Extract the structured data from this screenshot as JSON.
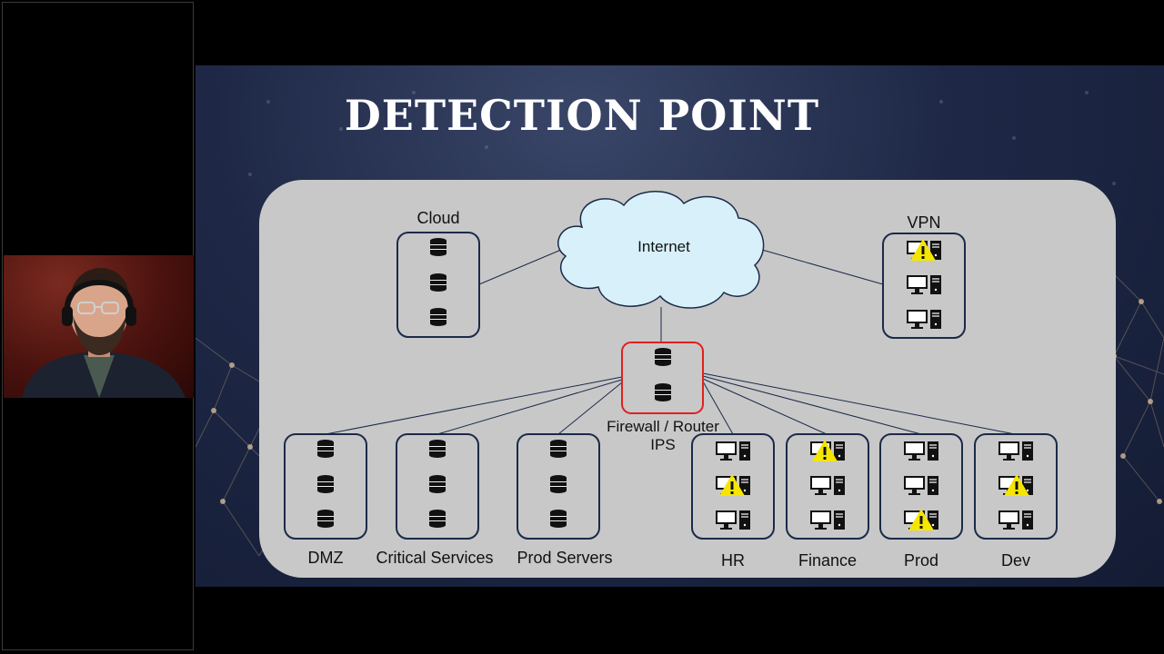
{
  "slide": {
    "title": "DETECTION POINT"
  },
  "diagram": {
    "internet": "Internet",
    "cloud": "Cloud",
    "vpn": "VPN",
    "firewall_line1": "Firewall / Router",
    "firewall_line2": "IPS",
    "groups": [
      {
        "label": "DMZ",
        "kind": "server"
      },
      {
        "label": "Critical Services",
        "kind": "server"
      },
      {
        "label": "Prod Servers",
        "kind": "server"
      },
      {
        "label": "HR",
        "kind": "workstation"
      },
      {
        "label": "Finance",
        "kind": "workstation"
      },
      {
        "label": "Prod",
        "kind": "workstation"
      },
      {
        "label": "Dev",
        "kind": "workstation"
      }
    ],
    "colors": {
      "panel": "#c8c8c8",
      "box_border": "#1b2a4a",
      "firewall_border": "#e02020",
      "cloud_fill": "#d8f0fa",
      "warning": "#f5e600"
    },
    "icons": [
      "server-icon",
      "workstation-icon",
      "warning-icon"
    ]
  }
}
